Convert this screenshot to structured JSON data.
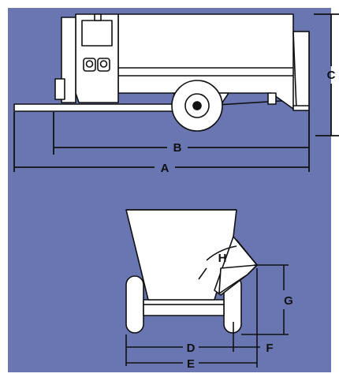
{
  "diagram": {
    "colors": {
      "background": "#6a76b2",
      "outline": "#111111",
      "fill": "#ffffff",
      "frame": "#ffffff"
    },
    "dimension_labels": {
      "A": "A",
      "B": "B",
      "C": "C",
      "D": "D",
      "E": "E",
      "F": "F",
      "G": "G",
      "H": "H"
    },
    "views": [
      "side-view",
      "rear-view"
    ]
  }
}
